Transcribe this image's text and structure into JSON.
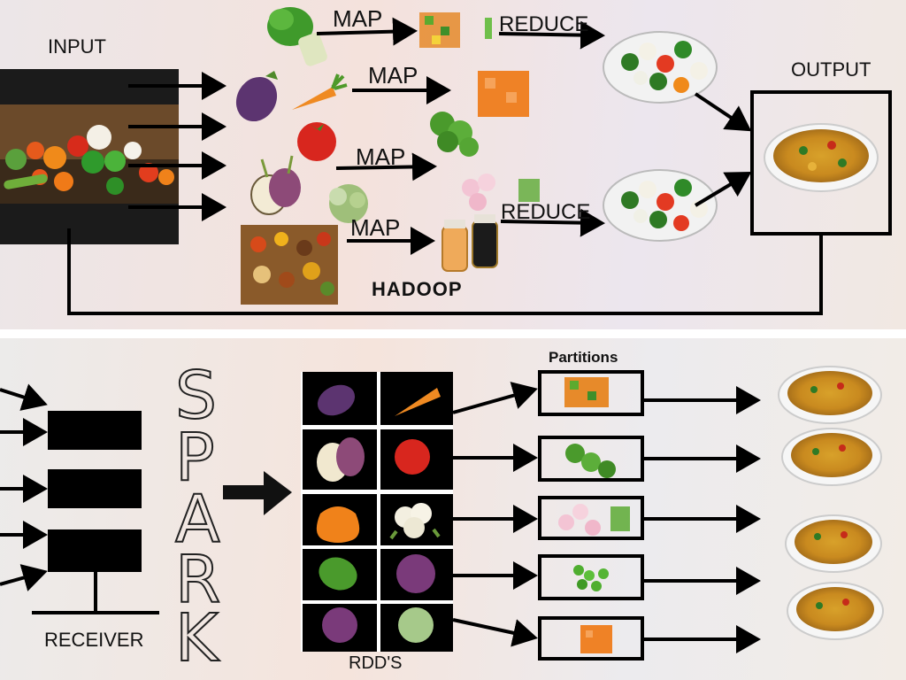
{
  "hadoop": {
    "input_label": "INPUT",
    "output_label": "OUTPUT",
    "map_labels": [
      "MAP",
      "MAP",
      "MAP",
      "MAP"
    ],
    "reduce_labels": [
      "REDUCE",
      "REDUCE"
    ],
    "title": "HADOOP"
  },
  "spark": {
    "title_letters": [
      "S",
      "P",
      "A",
      "R",
      "K"
    ],
    "receiver_label": "RECEIVER",
    "partitions_label": "Partitions",
    "rdd_label": "RDD'S",
    "rdd_items": [
      "eggplant",
      "carrot",
      "onion",
      "tomato",
      "pepper",
      "cauliflower",
      "spinach",
      "red-cabbage",
      "red-cabbage",
      "cabbage"
    ],
    "partition_items": [
      "mixed-veg",
      "broccoli",
      "radish",
      "peas",
      "carrot"
    ]
  },
  "colors": {
    "arrow": "#000000",
    "tile_background": "#000000",
    "curry": "#d39a23",
    "veg_green": "#3e8f2a"
  }
}
